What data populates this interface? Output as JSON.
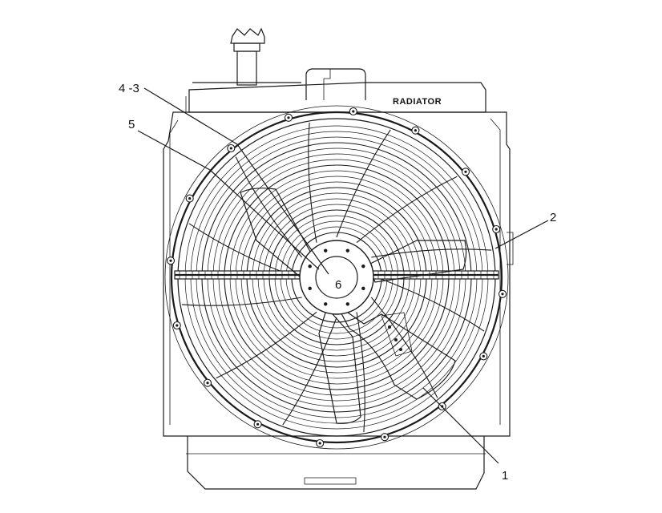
{
  "diagram": {
    "radiator_label": "RADIATOR",
    "callouts": {
      "c1": "1",
      "c2": "2",
      "c43": "4 -3",
      "c5": "5",
      "c6": "6"
    }
  }
}
